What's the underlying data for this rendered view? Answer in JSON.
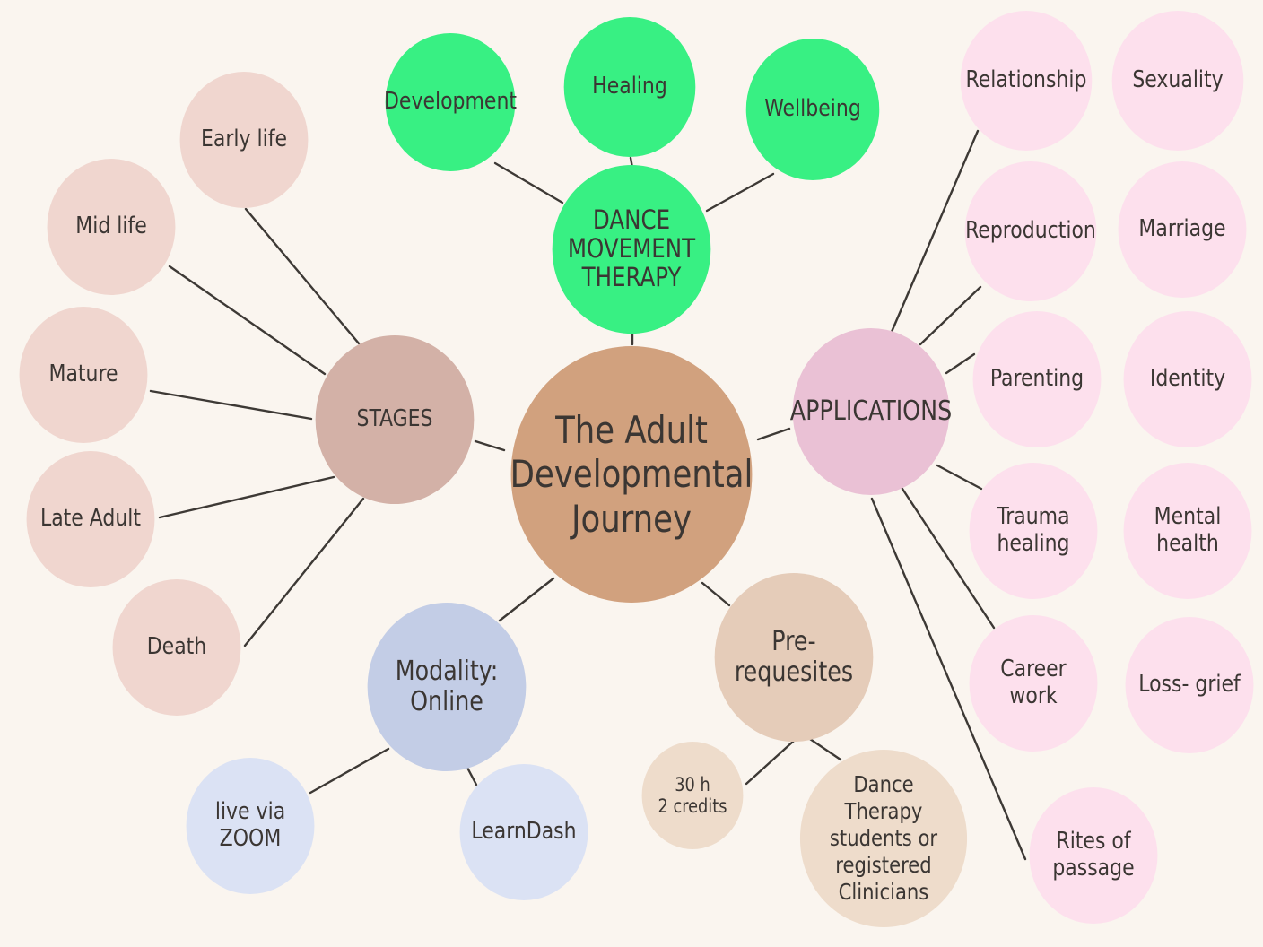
{
  "center": {
    "label": "The Adult\nDevelopmental\nJourney"
  },
  "dmt": {
    "label": "DANCE\nMOVEMENT\nTHERAPY",
    "children": [
      "Development",
      "Healing",
      "Wellbeing"
    ]
  },
  "stages": {
    "label": "STAGES",
    "children": [
      "Early life",
      "Mid life",
      "Mature",
      "Late Adult",
      "Death"
    ]
  },
  "applications": {
    "label": "APPLICATIONS",
    "children": [
      "Relationship",
      "Sexuality",
      "Reproduction",
      "Marriage",
      "Parenting",
      "Identity",
      "Trauma\nhealing",
      "Mental\nhealth",
      "Career\nwork",
      "Loss- grief",
      "Rites of\npassage"
    ]
  },
  "modality": {
    "label": "Modality:\nOnline",
    "children": [
      "live via\nZOOM",
      "LearnDash"
    ]
  },
  "prerequisites": {
    "label": "Pre-\nrequesites",
    "children": [
      "30 h\n2 credits",
      "Dance\nTherapy\nstudents  or\nregistered\nClinicians"
    ]
  }
}
